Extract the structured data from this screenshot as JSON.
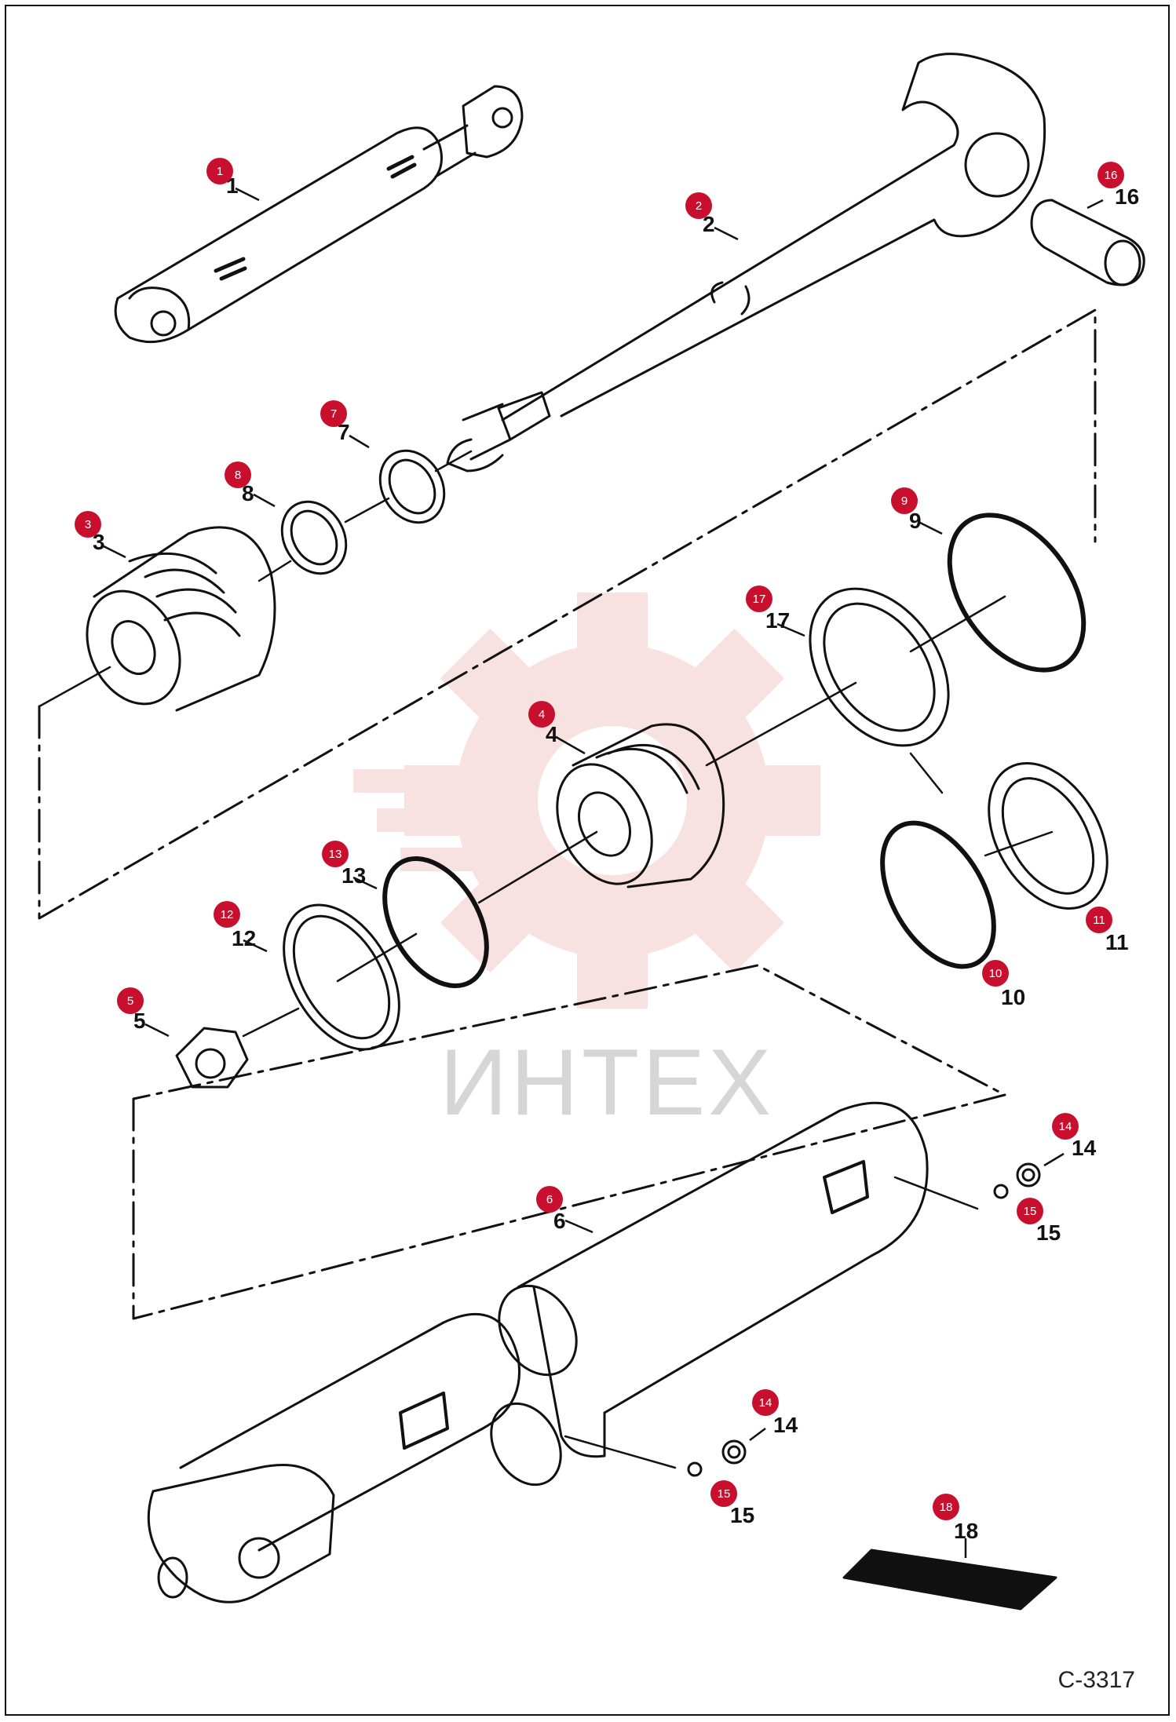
{
  "figure_code": "C-3317",
  "watermark": {
    "text": "ИНТЕХ",
    "gear_color": "#f3c9c9",
    "text_color": "#d4d4d4"
  },
  "badge_color": "#c8102e",
  "callouts": [
    {
      "id": "1",
      "label": "1"
    },
    {
      "id": "2",
      "label": "2"
    },
    {
      "id": "3",
      "label": "3"
    },
    {
      "id": "4",
      "label": "4"
    },
    {
      "id": "5",
      "label": "5"
    },
    {
      "id": "6",
      "label": "6"
    },
    {
      "id": "7",
      "label": "7"
    },
    {
      "id": "8",
      "label": "8"
    },
    {
      "id": "9",
      "label": "9"
    },
    {
      "id": "10",
      "label": "10"
    },
    {
      "id": "11",
      "label": "11"
    },
    {
      "id": "12",
      "label": "12"
    },
    {
      "id": "13",
      "label": "13"
    },
    {
      "id": "14a",
      "label": "14"
    },
    {
      "id": "14b",
      "label": "14"
    },
    {
      "id": "15a",
      "label": "15"
    },
    {
      "id": "15b",
      "label": "15"
    },
    {
      "id": "16",
      "label": "16"
    },
    {
      "id": "17",
      "label": "17"
    },
    {
      "id": "18",
      "label": "18"
    }
  ]
}
